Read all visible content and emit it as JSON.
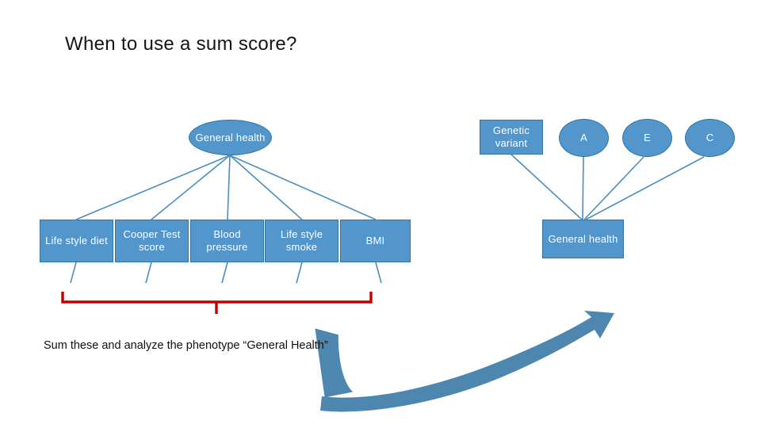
{
  "slide": {
    "title": "When to use a sum score?",
    "caption": "Sum these and analyze the phenotype “General Health”"
  },
  "colors": {
    "node_fill": "#5296CB",
    "node_border": "#2E75A8",
    "node_text": "#FFFFFF",
    "connector": "#4A8FC0",
    "brace": "#C00000",
    "arrow": "#3E7CA8",
    "title_text": "#151515",
    "background": "#FFFFFF"
  },
  "left_model": {
    "latent": {
      "label": "General health",
      "shape": "ellipse"
    },
    "indicators": [
      {
        "label": "Life style diet",
        "shape": "rectangle"
      },
      {
        "label": "Cooper Test score",
        "shape": "rectangle"
      },
      {
        "label": "Blood pressure",
        "shape": "rectangle"
      },
      {
        "label": "Life style smoke",
        "shape": "rectangle"
      },
      {
        "label": "BMI",
        "shape": "rectangle"
      }
    ],
    "brace": {
      "color": "#C00000",
      "spans_indicators": 5
    }
  },
  "right_model": {
    "predictors": [
      {
        "label": "Genetic variant",
        "shape": "rectangle"
      },
      {
        "label": "A",
        "shape": "ellipse"
      },
      {
        "label": "E",
        "shape": "ellipse"
      },
      {
        "label": "C",
        "shape": "ellipse"
      }
    ],
    "outcome": {
      "label": "General health",
      "shape": "rectangle"
    }
  },
  "annotations": {
    "curved_arrow": {
      "name": "curved-arrow",
      "direction": "up-right"
    }
  }
}
